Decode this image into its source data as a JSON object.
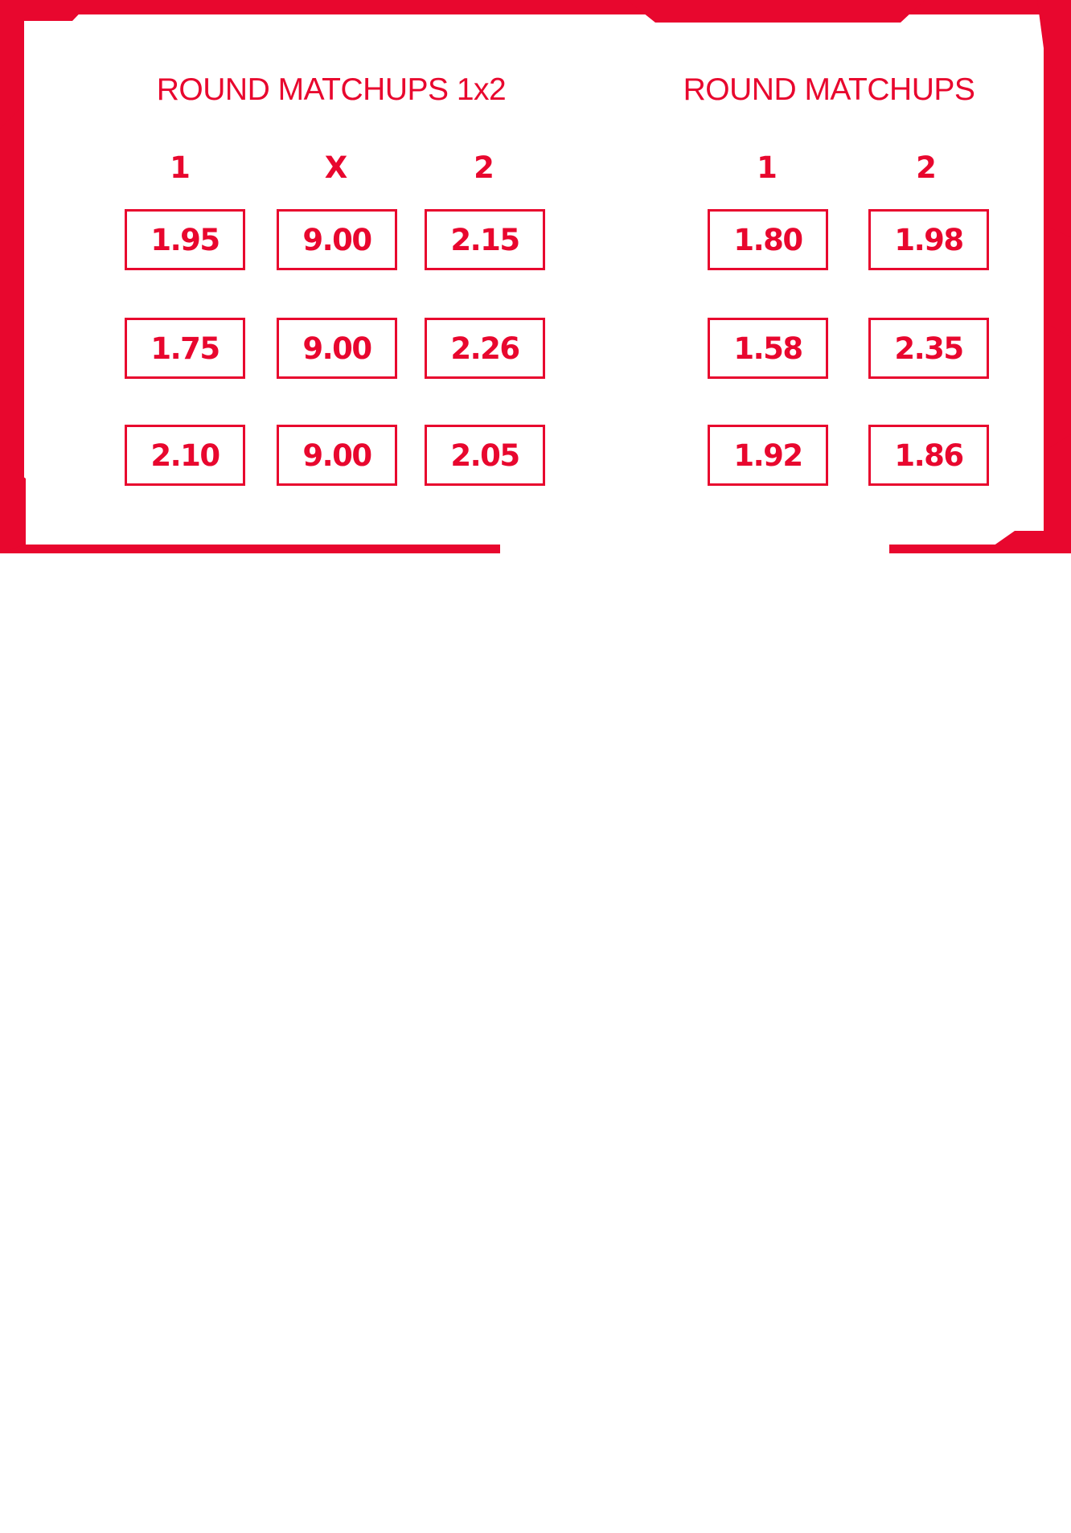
{
  "colors": {
    "accent": "#e8072e",
    "background": "#ffffff"
  },
  "market_1x2": {
    "title": "ROUND MATCHUPS 1x2",
    "columns": [
      "1",
      "X",
      "2"
    ],
    "rows": [
      [
        "1.95",
        "9.00",
        "2.15"
      ],
      [
        "1.75",
        "9.00",
        "2.26"
      ],
      [
        "2.10",
        "9.00",
        "2.05"
      ]
    ]
  },
  "market_12": {
    "title": "ROUND MATCHUPS",
    "columns": [
      "1",
      "2"
    ],
    "rows": [
      [
        "1.80",
        "1.98"
      ],
      [
        "1.58",
        "2.35"
      ],
      [
        "1.92",
        "1.86"
      ]
    ]
  }
}
